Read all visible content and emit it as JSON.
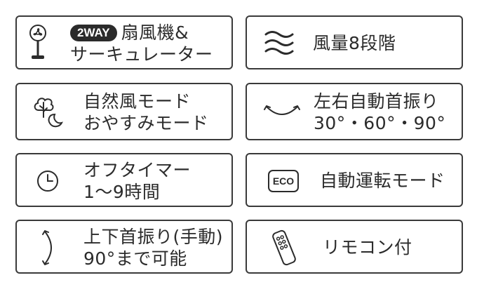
{
  "features": [
    {
      "badge": "2WAY",
      "line1": "扇風機&",
      "line2": "サーキュレーター",
      "icon": "fan-icon"
    },
    {
      "line1": "風量8段階",
      "icon": "wind-icon"
    },
    {
      "line1": "自然風モード",
      "line2": "おやすみモード",
      "icon": "tree-moon-icon"
    },
    {
      "line1": "左右自動首振り",
      "line2": "30°・60°・90°",
      "icon": "swing-horizontal-icon"
    },
    {
      "line1": "オフタイマー",
      "line2": "1〜9時間",
      "icon": "clock-icon"
    },
    {
      "line1": "自動運転モード",
      "icon": "eco-icon",
      "icon_text": "ECO"
    },
    {
      "line1": "上下首振り(手動)",
      "line2": "90°まで可能",
      "icon": "swing-vertical-icon"
    },
    {
      "line1": "リモコン付",
      "icon": "remote-icon"
    }
  ]
}
